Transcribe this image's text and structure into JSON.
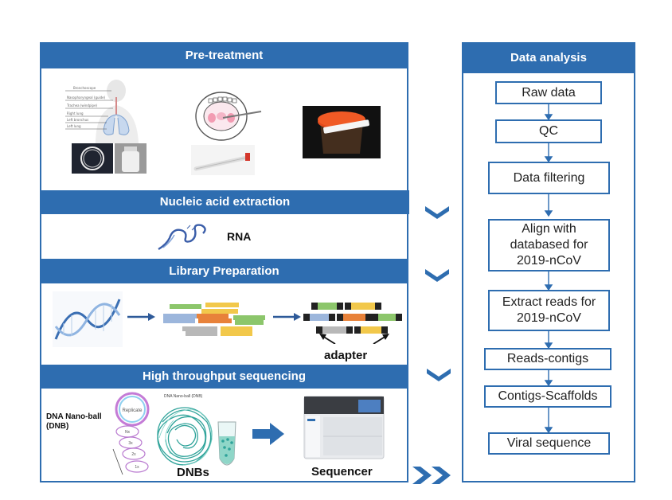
{
  "sections": {
    "pretreatment": "Pre-treatment",
    "extraction": "Nucleic acid extraction",
    "library": "Library Preparation",
    "sequencing": "High throughput sequencing"
  },
  "labels": {
    "rna": "RNA",
    "adapter": "adapter",
    "dna_nanoball": "DNA Nano-ball\n(DNB)",
    "dnbs": "DNBs",
    "sequencer": "Sequencer",
    "replicate": "Replicate",
    "dnb_title": "DNA Nano-ball (DNB)"
  },
  "analysis": {
    "title": "Data analysis",
    "steps": [
      "Raw data",
      "QC",
      "Data filtering",
      "Align with\ndatabased for\n2019-nCoV",
      "Extract reads for\n2019-nCoV",
      "Reads-contigs",
      "Contigs-Scaffolds",
      "Viral sequence"
    ]
  },
  "colors": {
    "primary": "#2e6db0",
    "green": "#8cc66b",
    "yellow": "#f2c84b",
    "orange": "#e8823a",
    "blue_light": "#9cb6dc",
    "gray": "#b8b8b8"
  }
}
